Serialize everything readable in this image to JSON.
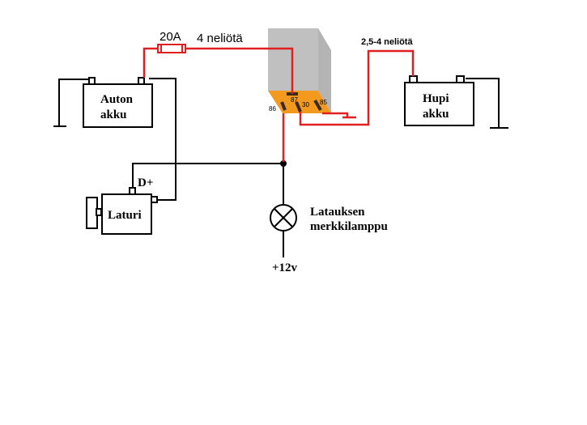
{
  "labels": {
    "fuse_rating": "20A",
    "main_wire": "4 neliötä",
    "aux_wire": "2,5-4 neliötä",
    "car_battery_line1": "Auton",
    "car_battery_line2": "akku",
    "aux_battery_line1": "Hupi",
    "aux_battery_line2": "akku",
    "alternator": "Laturi",
    "alternator_terminal": "D+",
    "lamp_line1": "Latauksen",
    "lamp_line2": "merkkilamppu",
    "supply": "+12v",
    "relay_pin_87": "87",
    "relay_pin_86": "86",
    "relay_pin_85": "85",
    "relay_pin_30": "30"
  },
  "colors": {
    "wire_red": "#e02020",
    "wire_black": "#000000",
    "relay_body": "#c0c0c0",
    "relay_base": "#f39a1e"
  }
}
